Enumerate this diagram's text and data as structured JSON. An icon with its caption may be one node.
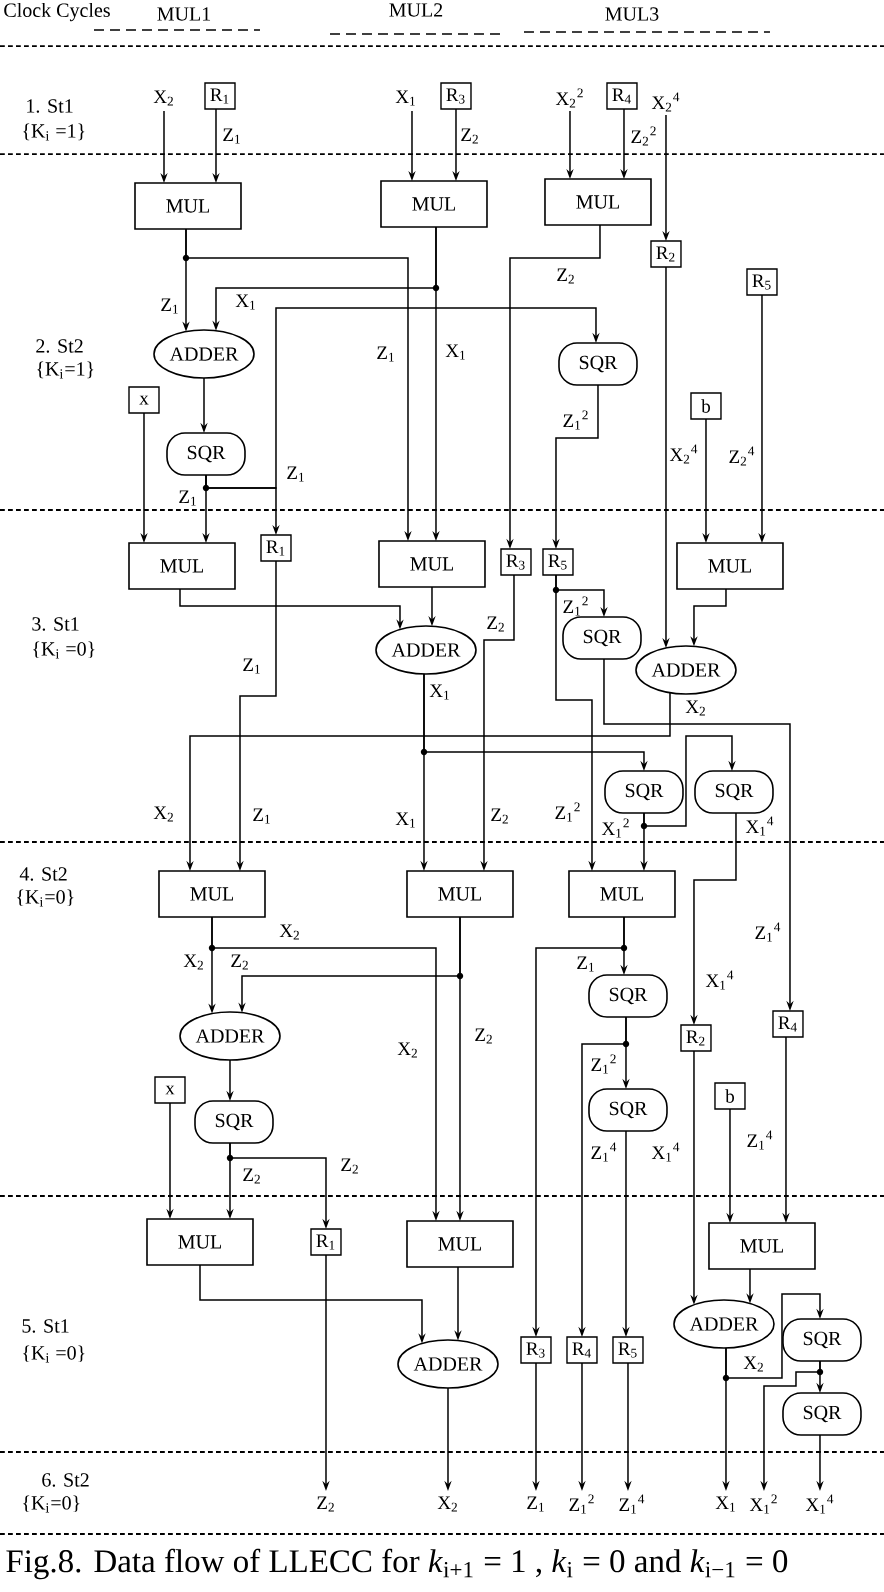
{
  "diagram": {
    "caption": "Fig.8. Data flow of LLECC for *k*$_{i+1}$ = 1 , *k*$_{i}$ = 0 and *k*$_{i−1}$ = 0",
    "nodes": [
      {
        "text": [
          "X$_{2}$"
        ]
      },
      {
        "text": [
          "R$_{1}$"
        ]
      },
      {
        "text": [
          "X$_{1}$"
        ]
      },
      {
        "text": [
          "R$_{3}$"
        ]
      },
      {
        "text": [
          "X$_{2}$$^{2}$"
        ]
      },
      {
        "text": [
          "R$_{4}$"
        ]
      },
      {
        "text": [
          "X$_{2}$$^{4}$"
        ]
      },
      {
        "text": [
          "MUL"
        ]
      },
      {
        "text": [
          "MUL"
        ]
      },
      {
        "text": [
          "MUL"
        ]
      },
      {
        "text": [
          "R$_{2}$"
        ]
      },
      {
        "text": [
          "R$_{5}$"
        ]
      },
      {
        "text": [
          "ADDER"
        ]
      },
      {
        "text": [
          "x"
        ]
      },
      {
        "text": [
          "SQR"
        ]
      },
      {
        "text": [
          "b"
        ]
      },
      {
        "text": [
          "SQR"
        ]
      },
      {
        "text": [
          "MUL"
        ]
      },
      {
        "text": [
          "R$_{1}$"
        ]
      },
      {
        "text": [
          "MUL"
        ]
      },
      {
        "text": [
          "R$_{3}$"
        ]
      },
      {
        "text": [
          "R$_{5}$"
        ]
      },
      {
        "text": [
          "MUL"
        ]
      },
      {
        "text": [
          "SQR"
        ]
      },
      {
        "text": [
          "ADDER"
        ]
      },
      {
        "text": [
          "ADDER"
        ]
      },
      {
        "text": [
          "SQR"
        ]
      },
      {
        "text": [
          "SQR"
        ]
      },
      {
        "text": [
          "MUL"
        ]
      },
      {
        "text": [
          "MUL"
        ]
      },
      {
        "text": [
          "MUL"
        ]
      },
      {
        "text": [
          "SQR"
        ]
      },
      {
        "text": [
          "R$_{4}$"
        ]
      },
      {
        "text": [
          "R$_{2}$"
        ]
      },
      {
        "text": [
          "ADDER"
        ]
      },
      {
        "text": [
          "x"
        ]
      },
      {
        "text": [
          "b"
        ]
      },
      {
        "text": [
          "SQR"
        ]
      },
      {
        "text": [
          "SQR"
        ]
      },
      {
        "text": [
          "MUL"
        ]
      },
      {
        "text": [
          "R$_{1}$"
        ]
      },
      {
        "text": [
          "MUL"
        ]
      },
      {
        "text": [
          "MUL"
        ]
      },
      {
        "text": [
          "ADDER"
        ]
      },
      {
        "text": [
          "SQR"
        ]
      },
      {
        "text": [
          "R$_{3}$"
        ]
      },
      {
        "text": [
          "R$_{4}$"
        ]
      },
      {
        "text": [
          "R$_{5}$"
        ]
      },
      {
        "text": [
          "ADDER"
        ]
      },
      {
        "text": [
          "SQR"
        ]
      },
      {
        "text": [
          "Z$_{2}$"
        ]
      },
      {
        "text": [
          "X$_{2}$"
        ]
      },
      {
        "text": [
          "Z$_{1}$"
        ]
      },
      {
        "text": [
          "Z$_{1}$$^{2}$"
        ]
      },
      {
        "text": [
          "Z$_{1}$$^{4}$"
        ]
      },
      {
        "text": [
          "X$_{1}$"
        ]
      },
      {
        "text": [
          "X$_{1}$$^{2}$"
        ]
      },
      {
        "text": [
          "X$_{1}$$^{4}$"
        ]
      }
    ],
    "edges": [
      {
        "from": 0,
        "to": 7,
        "arrow": "to"
      },
      {
        "from": 1,
        "to": 7,
        "arrow": "to",
        "label": "Z$_{1}$"
      },
      {
        "from": 2,
        "to": 8,
        "arrow": "to"
      },
      {
        "from": 3,
        "to": 8,
        "arrow": "to",
        "label": "Z$_{2}$"
      },
      {
        "from": 4,
        "to": 9,
        "arrow": "to"
      },
      {
        "from": 5,
        "to": 9,
        "arrow": "to",
        "label": "Z$_{2}$$^{2}$"
      },
      {
        "from": 6,
        "to": 10,
        "arrow": "to"
      },
      {
        "from": 7,
        "to": 12,
        "arrow": "to",
        "label": "Z$_{1}$"
      },
      {
        "from": 7,
        "to": 19,
        "arrow": "to",
        "label": "Z$_{1}$"
      },
      {
        "from": 8,
        "to": 12,
        "arrow": "to",
        "label": "X$_{1}$"
      },
      {
        "from": 8,
        "to": 19,
        "arrow": "to",
        "label": "X$_{1}$"
      },
      {
        "from": 9,
        "to": 20,
        "arrow": "to",
        "label": "Z$_{2}$"
      },
      {
        "from": 10,
        "to": 25,
        "arrow": "to",
        "label": "X$_{2}$$^{4}$"
      },
      {
        "from": 11,
        "to": 22,
        "arrow": "to",
        "label": "Z$_{2}$$^{4}$"
      },
      {
        "from": 15,
        "to": 22,
        "arrow": "to"
      },
      {
        "from": 13,
        "to": 17,
        "arrow": "to"
      },
      {
        "from": 12,
        "to": 16,
        "arrow": "to"
      },
      {
        "from": 16,
        "to": 17,
        "arrow": "to",
        "label": "Z$_{1}$"
      },
      {
        "from": 16,
        "to": 18,
        "arrow": "to",
        "label": "Z$_{1}$"
      },
      {
        "from": 16,
        "to": 14,
        "arrow": "to"
      },
      {
        "from": 14,
        "to": 21,
        "arrow": "to",
        "label": "Z$_{1}$$^{2}$"
      },
      {
        "from": 17,
        "to": 24,
        "arrow": "to"
      },
      {
        "from": 19,
        "to": 24,
        "arrow": "to"
      },
      {
        "from": 18,
        "to": 28,
        "arrow": "to",
        "label": "Z$_{1}$"
      },
      {
        "from": 20,
        "to": 29,
        "arrow": "to",
        "label": "Z$_{2}$"
      },
      {
        "from": 21,
        "to": 23,
        "arrow": "to",
        "label": "Z$_{1}$$^{2}$"
      },
      {
        "from": 21,
        "to": 30,
        "arrow": "to",
        "label": "Z$_{1}$$^{2}$"
      },
      {
        "from": 22,
        "to": 25,
        "arrow": "to"
      },
      {
        "from": 23,
        "to": 32,
        "arrow": "to",
        "label": "Z$_{1}$$^{4}$"
      },
      {
        "from": 24,
        "to": 29,
        "arrow": "to",
        "label": "X$_{1}$"
      },
      {
        "from": 24,
        "to": 26,
        "arrow": "to"
      },
      {
        "from": 25,
        "to": 28,
        "arrow": "to",
        "label": "X$_{2}$"
      },
      {
        "from": 26,
        "to": 30,
        "arrow": "to",
        "label": "X$_{1}$$^{2}$"
      },
      {
        "from": 26,
        "to": 27,
        "arrow": "to"
      },
      {
        "from": 27,
        "to": 33,
        "arrow": "to",
        "label": "X$_{1}$$^{4}$"
      },
      {
        "from": 28,
        "to": 34,
        "arrow": "to",
        "label": "X$_{2}$"
      },
      {
        "from": 28,
        "to": 41,
        "arrow": "to",
        "label": "X$_{2}$"
      },
      {
        "from": 29,
        "to": 34,
        "arrow": "to",
        "label": "Z$_{2}$"
      },
      {
        "from": 29,
        "to": 41,
        "arrow": "to",
        "label": "Z$_{2}$"
      },
      {
        "from": 30,
        "to": 31,
        "arrow": "to"
      },
      {
        "from": 30,
        "to": 45,
        "arrow": "to",
        "label": "Z$_{1}$"
      },
      {
        "from": 31,
        "to": 37,
        "arrow": "to",
        "label": "Z$_{1}$$^{2}$"
      },
      {
        "from": 31,
        "to": 46,
        "arrow": "to"
      },
      {
        "from": 37,
        "to": 47,
        "arrow": "to",
        "label": "Z$_{1}$$^{4}$"
      },
      {
        "from": 32,
        "to": 42,
        "arrow": "to",
        "label": "Z$_{1}$$^{4}$"
      },
      {
        "from": 33,
        "to": 43,
        "arrow": "to",
        "label": "X$_{1}$$^{4}$"
      },
      {
        "from": 34,
        "to": 38,
        "arrow": "to"
      },
      {
        "from": 35,
        "to": 39,
        "arrow": "to"
      },
      {
        "from": 36,
        "to": 42,
        "arrow": "to"
      },
      {
        "from": 38,
        "to": 39,
        "arrow": "to",
        "label": "Z$_{2}$"
      },
      {
        "from": 38,
        "to": 40,
        "arrow": "to",
        "label": "Z$_{2}$"
      },
      {
        "from": 39,
        "to": 48,
        "arrow": "to"
      },
      {
        "from": 41,
        "to": 48,
        "arrow": "to"
      },
      {
        "from": 42,
        "to": 43,
        "arrow": "to"
      },
      {
        "from": 43,
        "to": 55,
        "arrow": "to"
      },
      {
        "from": 43,
        "to": 44,
        "arrow": "to",
        "label": "X$_{2}$"
      },
      {
        "from": 44,
        "to": 49,
        "arrow": "to"
      },
      {
        "from": 44,
        "to": 56,
        "arrow": "to"
      },
      {
        "from": 49,
        "to": 57,
        "arrow": "to"
      },
      {
        "from": 45,
        "to": 52,
        "arrow": "to"
      },
      {
        "from": 46,
        "to": 53,
        "arrow": "to"
      },
      {
        "from": 47,
        "to": 54,
        "arrow": "to"
      },
      {
        "from": 40,
        "to": 50,
        "arrow": "to"
      },
      {
        "from": 48,
        "to": 51,
        "arrow": "to"
      }
    ],
    "labels": [
      "Clock Cycles",
      "MUL1",
      "MUL2",
      "MUL3",
      "1. St1",
      "{K$_{i}$ =1}",
      "2. St2",
      "{K$_{i}$=1}",
      "3. St1",
      "{K$_{i}$ =0}",
      "X$_{2}$",
      "Z$_{1}$",
      "X$_{1}$",
      "Z$_{2}$",
      "4. St2",
      "{K$_{i}$=0}",
      "X$_{1}$$^{4}$",
      "X$_{2}$",
      "5. St1",
      "{K$_{i}$ =0}",
      "6. St2",
      "{K$_{i}$=0}"
    ]
  }
}
